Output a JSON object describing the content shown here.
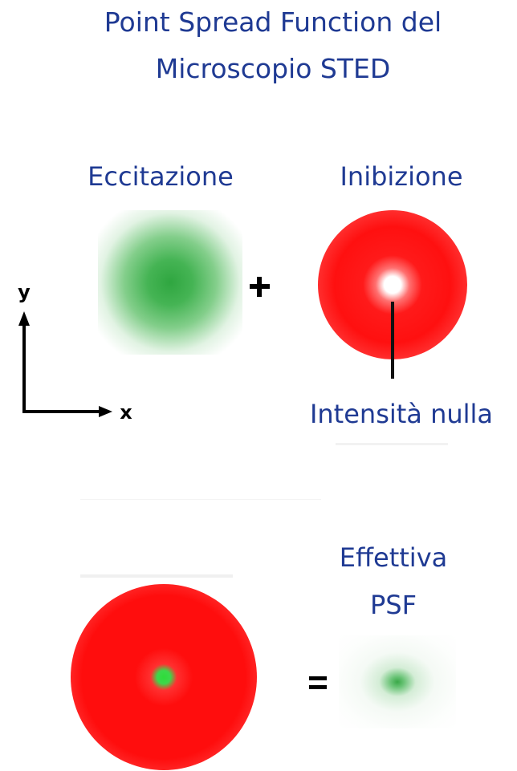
{
  "title": {
    "line1": "Point Spread Function del",
    "line2": "Microscopio STED"
  },
  "labels": {
    "excitation": "Eccitazione",
    "inhibition": "Inibizione",
    "null_intensity": "Intensità nulla",
    "effective_line1": "Effettiva",
    "effective_line2": "PSF"
  },
  "axes": {
    "x_label": "x",
    "y_label": "y"
  },
  "colors": {
    "text": "#1f3a93",
    "excitation_green": "#2fa640",
    "inhibition_red": "#ff1010",
    "center_green": "#2edc3a"
  }
}
